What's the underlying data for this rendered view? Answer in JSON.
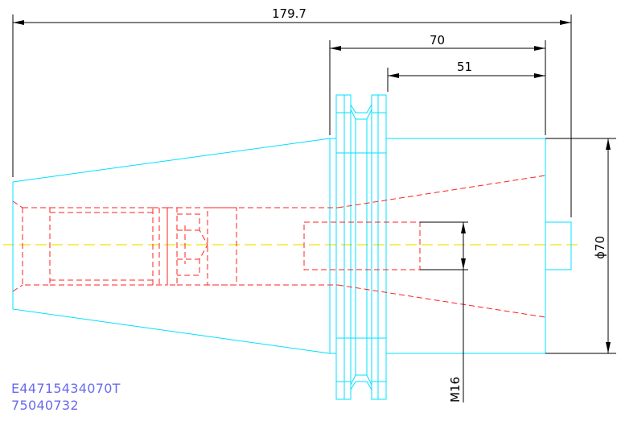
{
  "drawing": {
    "dimensions": {
      "overall_length": "179.7",
      "flange_length": "70",
      "shank_length": "51",
      "diameter": "ϕ70",
      "thread": "M16"
    },
    "part_codes": [
      "E44715434070T",
      "75040732"
    ],
    "colors": {
      "outline": "#00e0ff",
      "hidden": "#ff2020",
      "centerline": "#f3e300",
      "dimension": "#000000",
      "code_text": "#6a6aee"
    }
  }
}
